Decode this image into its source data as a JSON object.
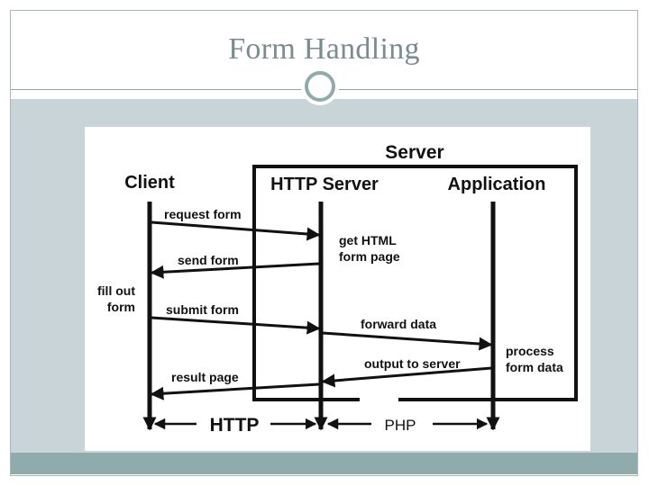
{
  "slide": {
    "title": "Form Handling"
  },
  "diagram": {
    "server_label": "Server",
    "lanes": {
      "client": "Client",
      "http_server": "HTTP Server",
      "application": "Application"
    },
    "messages": {
      "request_form": "request form",
      "send_form": "send form",
      "submit_form": "submit form",
      "forward_data": "forward data",
      "output_to_server": "output to server",
      "result_page": "result page"
    },
    "notes": {
      "get_html_1": "get HTML",
      "get_html_2": "form page",
      "fill_out_1": "fill out",
      "fill_out_2": "form",
      "process_1": "process",
      "process_2": "form data"
    },
    "bottom": {
      "http": "HTTP",
      "php": "PHP"
    }
  },
  "colors": {
    "title_text": "#7a8c8f",
    "content_band": "#c9d4d9",
    "accent": "#8fabab",
    "diagram_ink": "#111111"
  }
}
